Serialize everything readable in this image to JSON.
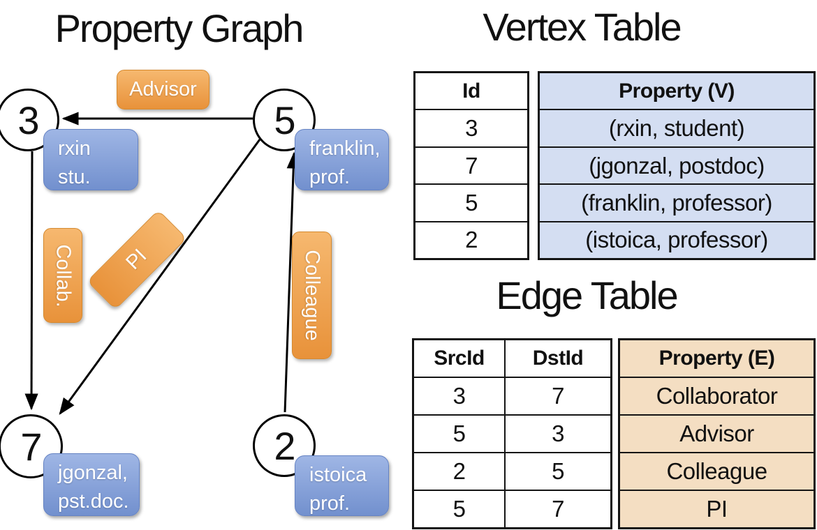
{
  "graph": {
    "title": "Property Graph",
    "vertices": [
      {
        "id": "3",
        "lines": [
          "rxin",
          "stu."
        ]
      },
      {
        "id": "5",
        "lines": [
          "franklin,",
          "prof."
        ]
      },
      {
        "id": "7",
        "lines": [
          "jgonzal,",
          "pst.doc."
        ]
      },
      {
        "id": "2",
        "lines": [
          "istoica",
          "prof."
        ]
      }
    ],
    "edge_labels": {
      "advisor": "Advisor",
      "collab": "Collab.",
      "pi": "PI",
      "colleague": "Colleague"
    }
  },
  "vertex_table": {
    "title": "Vertex Table",
    "col_id": "Id",
    "col_property": "Property (V)",
    "rows": [
      {
        "id": "3",
        "property": "(rxin, student)"
      },
      {
        "id": "7",
        "property": "(jgonzal, postdoc)"
      },
      {
        "id": "5",
        "property": "(franklin, professor)"
      },
      {
        "id": "2",
        "property": "(istoica, professor)"
      }
    ]
  },
  "edge_table": {
    "title": "Edge Table",
    "col_src": "SrcId",
    "col_dst": "DstId",
    "col_property": "Property (E)",
    "rows": [
      {
        "src": "3",
        "dst": "7",
        "property": "Collaborator"
      },
      {
        "src": "5",
        "dst": "3",
        "property": "Advisor"
      },
      {
        "src": "2",
        "dst": "5",
        "property": "Colleague"
      },
      {
        "src": "5",
        "dst": "7",
        "property": "PI"
      }
    ]
  },
  "colors": {
    "edge_label_orange_top": "#F6B86F",
    "edge_label_orange_bottom": "#E8923A",
    "vertex_box_blue_top": "#9FB6E5",
    "vertex_box_blue_bottom": "#7290CE",
    "vertex_table_property_bg": "#D4DEF2",
    "edge_table_property_bg": "#F4DEC2"
  }
}
